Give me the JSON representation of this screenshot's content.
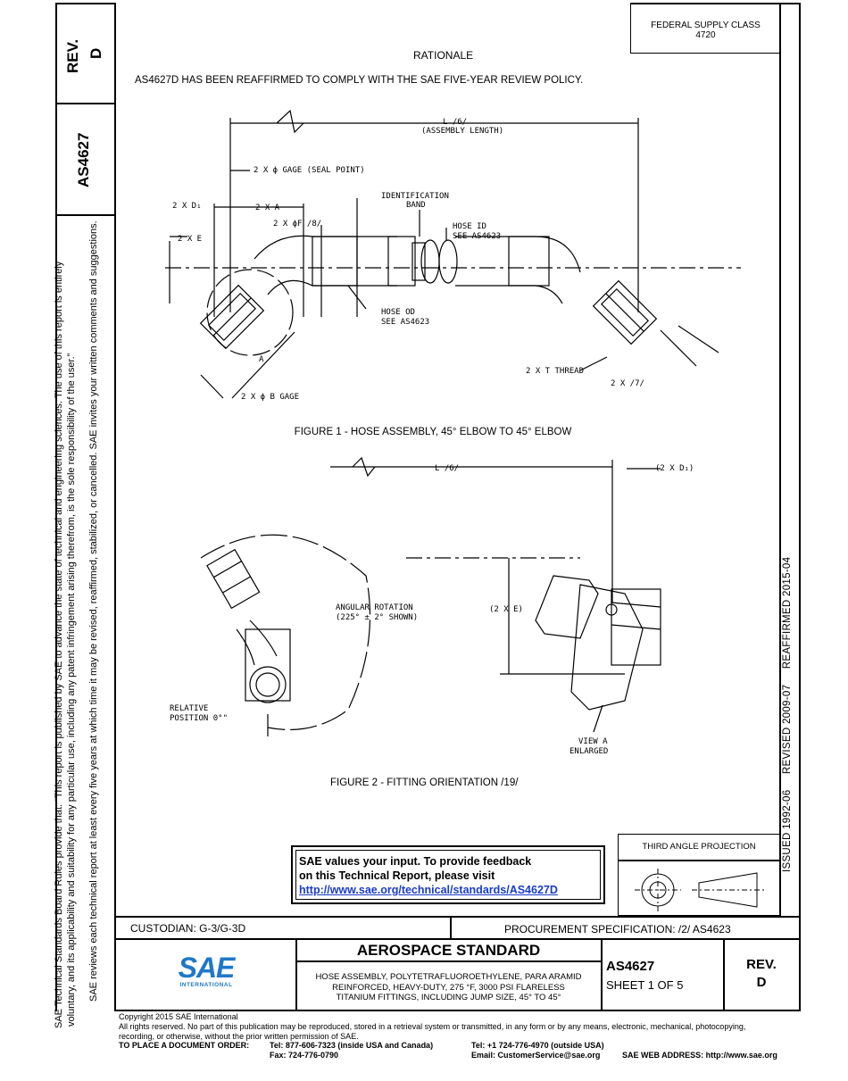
{
  "frame": {
    "rev_label": "REV.",
    "rev_value": "D",
    "doc_number_side": "AS4627",
    "federal_supply_class_label": "FEDERAL SUPPLY CLASS",
    "federal_supply_class_value": "4720"
  },
  "side_notice": {
    "line1": "SAE Technical Standards Board Rules provide that: “This report is published by SAE to advance the state of technical and engineering sciences. The use of this report is entirely",
    "line2": "voluntary, and its applicability and suitability for any particular use, including any patent infringement arising therefrom, is the sole responsibility of the user.”",
    "line3": "SAE reviews each technical report at least every five years at which time it may be revised, reaffirmed, stabilized, or cancelled. SAE invites your written comments and suggestions."
  },
  "dates": "ISSUED 1992-06     REVISED 2009-07     REAFFIRMED 2015-04",
  "rationale": {
    "heading": "RATIONALE",
    "text": "AS4627D HAS BEEN REAFFIRMED TO COMPLY WITH THE SAE FIVE-YEAR REVIEW POLICY."
  },
  "figure1": {
    "caption": "FIGURE 1 - HOSE ASSEMBLY, 45° ELBOW TO 45° ELBOW",
    "labels": {
      "length": "L /6/",
      "assembly_length": "(ASSEMBLY LENGTH)",
      "gage_seal": "2 X ϕ GAGE (SEAL POINT)",
      "d1": "2 X D₁",
      "a": "2 X A",
      "f": "2 X ϕF /8/",
      "e": "2 X E",
      "ident_band": "IDENTIFICATION",
      "ident_band2": "BAND",
      "hose_id": "HOSE ID",
      "hose_id2": "SEE AS4623",
      "hose_od": "HOSE OD",
      "hose_od2": "SEE AS4623",
      "a_single": "A",
      "b_gage": "2 X ϕ B GAGE",
      "t_thread": "2 X T THREAD",
      "seven": "2 X /7/"
    }
  },
  "figure2": {
    "caption": "FIGURE 2 - FITTING ORIENTATION /19/",
    "labels": {
      "length": "L /6/",
      "d1": "(2 X D₁)",
      "angular": "ANGULAR ROTATION",
      "angular2": "(225° ± 2° SHOWN)",
      "e": "(2 X E)",
      "relative": "RELATIVE",
      "relative2": "POSITION 0°\"",
      "view": "VIEW A",
      "view2": "ENLARGED"
    }
  },
  "feedback": {
    "line1": "SAE values your input. To provide feedback",
    "line2": "on this Technical Report, please visit",
    "link": "http://www.sae.org/technical/standards/AS4627D"
  },
  "projection": {
    "label": "THIRD ANGLE PROJECTION"
  },
  "title_block": {
    "custodian": "CUSTODIAN: G-3/G-3D",
    "procurement": "PROCUREMENT SPECIFICATION: /2/ AS4623",
    "logo_text": "SAE",
    "logo_sub": "INTERNATIONAL",
    "standard_type": "AEROSPACE STANDARD",
    "desc1": "HOSE ASSEMBLY, POLYTETRAFLUOROETHYLENE, PARA ARAMID",
    "desc2": "REINFORCED, HEAVY-DUTY, 275 °F, 3000 PSI FLARELESS",
    "desc3": "TITANIUM FITTINGS, INCLUDING JUMP SIZE, 45° TO 45°",
    "doc_number": "AS4627",
    "sheet": "SHEET 1 OF 5",
    "rev_label": "REV.",
    "rev_value": "D"
  },
  "footer": {
    "copyright": "Copyright 2015 SAE International",
    "rights1": "All rights reserved. No part of this publication may be reproduced, stored in a retrieval system or transmitted, in any form or by any means, electronic, mechanical, photocopying,",
    "rights2": "recording, or otherwise, without the prior written permission of SAE.",
    "order_label": "TO PLACE A DOCUMENT ORDER:",
    "tel_us": "Tel:  877-606-7323 (inside USA and Canada)",
    "fax": "Fax:  724-776-0790",
    "tel_intl": "Tel:   +1 724-776-4970 (outside USA)",
    "email": "Email: CustomerService@sae.org",
    "web": "SAE WEB ADDRESS:  http://www.sae.org"
  }
}
